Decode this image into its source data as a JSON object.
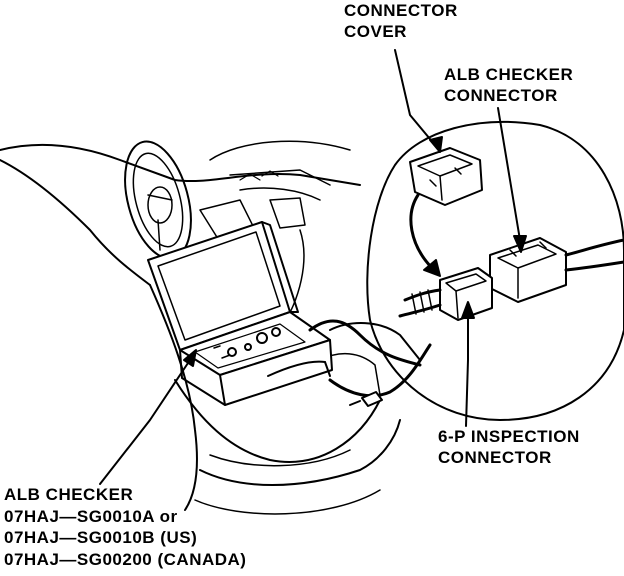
{
  "labels": {
    "connector_cover": [
      "CONNECTOR",
      "COVER"
    ],
    "alb_checker_connector": [
      "ALB CHECKER",
      "CONNECTOR"
    ],
    "inspection_connector": [
      "6-P INSPECTION",
      "CONNECTOR"
    ],
    "alb_checker": [
      "ALB CHECKER",
      "07HAJ—SG0010A or",
      "07HAJ—SG0010B (US)",
      "07HAJ—SG00200 (CANADA)"
    ]
  }
}
